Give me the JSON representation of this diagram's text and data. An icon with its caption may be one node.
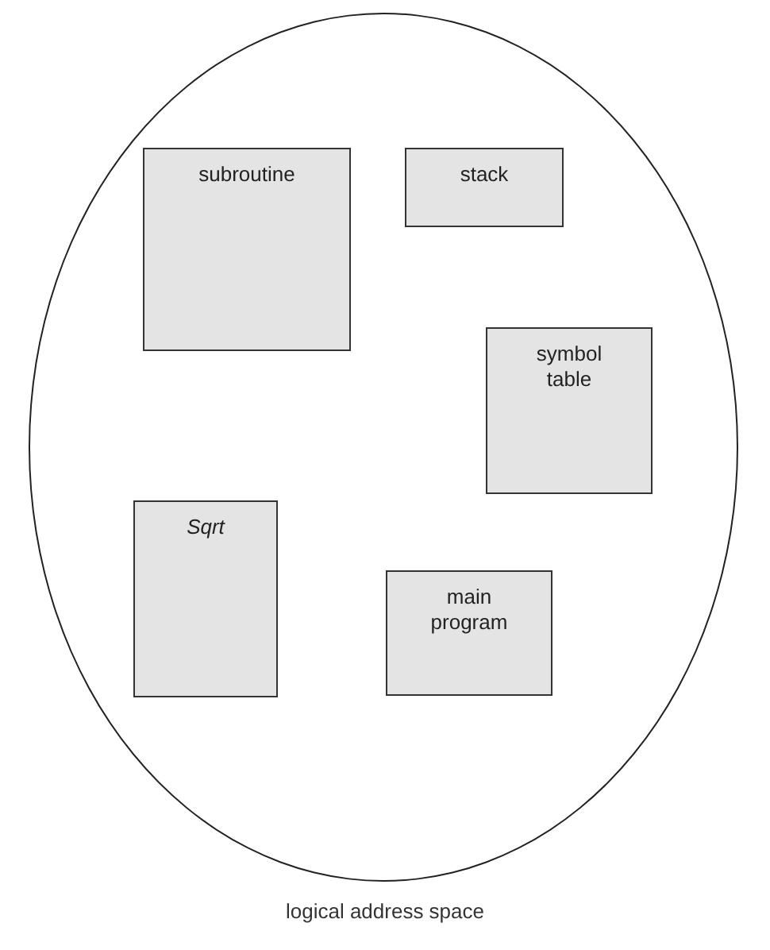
{
  "diagram": {
    "caption": "logical address space",
    "nodes": [
      {
        "text": [],
        "shape": "ellipse"
      },
      {
        "text": [
          "subroutine"
        ],
        "in": 0
      },
      {
        "text": [
          "stack"
        ],
        "in": 0
      },
      {
        "text": [
          "symbol table"
        ],
        "in": 0
      },
      {
        "text": [
          "Sqrt"
        ],
        "in": 0
      },
      {
        "text": [
          "main program"
        ],
        "in": 0
      }
    ],
    "edges": []
  }
}
